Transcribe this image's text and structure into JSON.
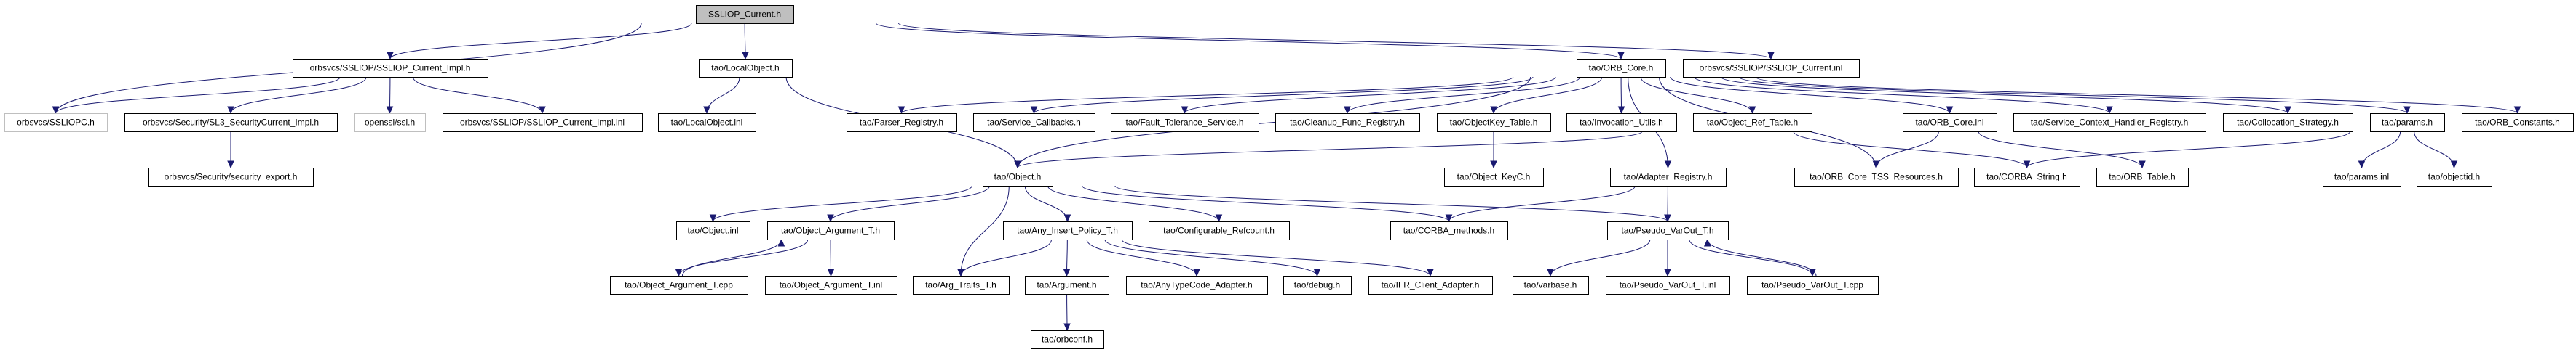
{
  "title": "SSLIOP_Current.h",
  "colors": {
    "edge": "#191970",
    "root_fill": "#bfbfbf",
    "external_border": "#bfbfbf",
    "node_border": "#000000"
  },
  "nodes": [
    {
      "id": "root",
      "label": "SSLIOP_Current.h",
      "kind": "root"
    },
    {
      "id": "impl_h",
      "label": "orbsvcs/SSLIOP/SSLIOP_Current_Impl.h"
    },
    {
      "id": "localobject_h",
      "label": "tao/LocalObject.h"
    },
    {
      "id": "orb_core_h",
      "label": "tao/ORB_Core.h"
    },
    {
      "id": "current_inl",
      "label": "orbsvcs/SSLIOP/SSLIOP_Current.inl"
    },
    {
      "id": "sslIOPC_h",
      "label": "orbsvcs/SSLIOPC.h",
      "kind": "external"
    },
    {
      "id": "sl3_h",
      "label": "orbsvcs/Security/SL3_SecurityCurrent_Impl.h"
    },
    {
      "id": "ssl_h",
      "label": "openssl/ssl.h",
      "kind": "external"
    },
    {
      "id": "impl_inl",
      "label": "orbsvcs/SSLIOP/SSLIOP_Current_Impl.inl"
    },
    {
      "id": "localobject_inl",
      "label": "tao/LocalObject.inl"
    },
    {
      "id": "parser_registry",
      "label": "tao/Parser_Registry.h"
    },
    {
      "id": "service_callbacks",
      "label": "tao/Service_Callbacks.h"
    },
    {
      "id": "fault_tolerance",
      "label": "tao/Fault_Tolerance_Service.h"
    },
    {
      "id": "cleanup_func",
      "label": "tao/Cleanup_Func_Registry.h"
    },
    {
      "id": "objectkey_table",
      "label": "tao/ObjectKey_Table.h"
    },
    {
      "id": "invocation_utils",
      "label": "tao/Invocation_Utils.h"
    },
    {
      "id": "object_ref_table",
      "label": "tao/Object_Ref_Table.h"
    },
    {
      "id": "orb_core_inl",
      "label": "tao/ORB_Core.inl"
    },
    {
      "id": "service_context",
      "label": "tao/Service_Context_Handler_Registry.h"
    },
    {
      "id": "collocation",
      "label": "tao/Collocation_Strategy.h"
    },
    {
      "id": "params_h",
      "label": "tao/params.h"
    },
    {
      "id": "orb_constants",
      "label": "tao/ORB_Constants.h"
    },
    {
      "id": "security_export",
      "label": "orbsvcs/Security/security_export.h"
    },
    {
      "id": "object_h",
      "label": "tao/Object.h"
    },
    {
      "id": "object_keyc",
      "label": "tao/Object_KeyC.h"
    },
    {
      "id": "adapter_registry",
      "label": "tao/Adapter_Registry.h"
    },
    {
      "id": "orb_core_tss",
      "label": "tao/ORB_Core_TSS_Resources.h"
    },
    {
      "id": "corba_string",
      "label": "tao/CORBA_String.h"
    },
    {
      "id": "orb_table",
      "label": "tao/ORB_Table.h"
    },
    {
      "id": "params_inl",
      "label": "tao/params.inl"
    },
    {
      "id": "objectid",
      "label": "tao/objectid.h"
    },
    {
      "id": "object_inl",
      "label": "tao/Object.inl"
    },
    {
      "id": "object_argument_h",
      "label": "tao/Object_Argument_T.h"
    },
    {
      "id": "any_insert_policy",
      "label": "tao/Any_Insert_Policy_T.h"
    },
    {
      "id": "configurable_refcount",
      "label": "tao/Configurable_Refcount.h"
    },
    {
      "id": "corba_methods",
      "label": "tao/CORBA_methods.h"
    },
    {
      "id": "pseudo_varout_h",
      "label": "tao/Pseudo_VarOut_T.h"
    },
    {
      "id": "object_argument_cpp",
      "label": "tao/Object_Argument_T.cpp"
    },
    {
      "id": "object_argument_inl",
      "label": "tao/Object_Argument_T.inl"
    },
    {
      "id": "arg_traits",
      "label": "tao/Arg_Traits_T.h"
    },
    {
      "id": "argument_h",
      "label": "tao/Argument.h"
    },
    {
      "id": "anytypecode_adapter",
      "label": "tao/AnyTypeCode_Adapter.h"
    },
    {
      "id": "debug_h",
      "label": "tao/debug.h"
    },
    {
      "id": "ifr_client_adapter",
      "label": "tao/IFR_Client_Adapter.h"
    },
    {
      "id": "varbase",
      "label": "tao/varbase.h"
    },
    {
      "id": "pseudo_varout_inl",
      "label": "tao/Pseudo_VarOut_T.inl"
    },
    {
      "id": "pseudo_varout_cpp",
      "label": "tao/Pseudo_VarOut_T.cpp"
    },
    {
      "id": "orbconf",
      "label": "tao/orbconf.h"
    }
  ],
  "edges": [
    [
      "root",
      "impl_h"
    ],
    [
      "root",
      "localobject_h"
    ],
    [
      "root",
      "orb_core_h"
    ],
    [
      "root",
      "current_inl"
    ],
    [
      "root",
      "sslIOPC_h"
    ],
    [
      "impl_h",
      "sslIOPC_h"
    ],
    [
      "impl_h",
      "sl3_h"
    ],
    [
      "impl_h",
      "ssl_h"
    ],
    [
      "impl_h",
      "impl_inl"
    ],
    [
      "sl3_h",
      "security_export"
    ],
    [
      "localobject_h",
      "localobject_inl"
    ],
    [
      "localobject_h",
      "object_h"
    ],
    [
      "orb_core_h",
      "parser_registry"
    ],
    [
      "orb_core_h",
      "service_callbacks"
    ],
    [
      "orb_core_h",
      "fault_tolerance"
    ],
    [
      "orb_core_h",
      "cleanup_func"
    ],
    [
      "orb_core_h",
      "objectkey_table"
    ],
    [
      "orb_core_h",
      "invocation_utils"
    ],
    [
      "orb_core_h",
      "object_ref_table"
    ],
    [
      "orb_core_h",
      "orb_core_inl"
    ],
    [
      "orb_core_h",
      "service_context"
    ],
    [
      "orb_core_h",
      "collocation"
    ],
    [
      "orb_core_h",
      "params_h"
    ],
    [
      "orb_core_h",
      "orb_constants"
    ],
    [
      "orb_core_h",
      "object_h"
    ],
    [
      "orb_core_h",
      "adapter_registry"
    ],
    [
      "orb_core_h",
      "orb_core_tss"
    ],
    [
      "objectkey_table",
      "object_keyc"
    ],
    [
      "object_ref_table",
      "object_h"
    ],
    [
      "object_ref_table",
      "corba_string"
    ],
    [
      "orb_core_inl",
      "orb_core_tss"
    ],
    [
      "orb_core_inl",
      "orb_table"
    ],
    [
      "params_h",
      "params_inl"
    ],
    [
      "params_h",
      "objectid"
    ],
    [
      "params_h",
      "corba_string"
    ],
    [
      "adapter_registry",
      "corba_methods"
    ],
    [
      "adapter_registry",
      "pseudo_varout_h"
    ],
    [
      "object_h",
      "object_inl"
    ],
    [
      "object_h",
      "object_argument_h"
    ],
    [
      "object_h",
      "arg_traits"
    ],
    [
      "object_h",
      "any_insert_policy"
    ],
    [
      "object_h",
      "configurable_refcount"
    ],
    [
      "object_h",
      "corba_methods"
    ],
    [
      "object_h",
      "pseudo_varout_h"
    ],
    [
      "object_argument_h",
      "object_argument_cpp"
    ],
    [
      "object_argument_h",
      "object_argument_inl"
    ],
    [
      "object_argument_cpp",
      "object_argument_h"
    ],
    [
      "any_insert_policy",
      "arg_traits"
    ],
    [
      "any_insert_policy",
      "argument_h"
    ],
    [
      "any_insert_policy",
      "anytypecode_adapter"
    ],
    [
      "any_insert_policy",
      "debug_h"
    ],
    [
      "any_insert_policy",
      "ifr_client_adapter"
    ],
    [
      "argument_h",
      "orbconf"
    ],
    [
      "pseudo_varout_h",
      "varbase"
    ],
    [
      "pseudo_varout_h",
      "pseudo_varout_inl"
    ],
    [
      "pseudo_varout_h",
      "pseudo_varout_cpp"
    ],
    [
      "pseudo_varout_cpp",
      "pseudo_varout_h"
    ]
  ]
}
